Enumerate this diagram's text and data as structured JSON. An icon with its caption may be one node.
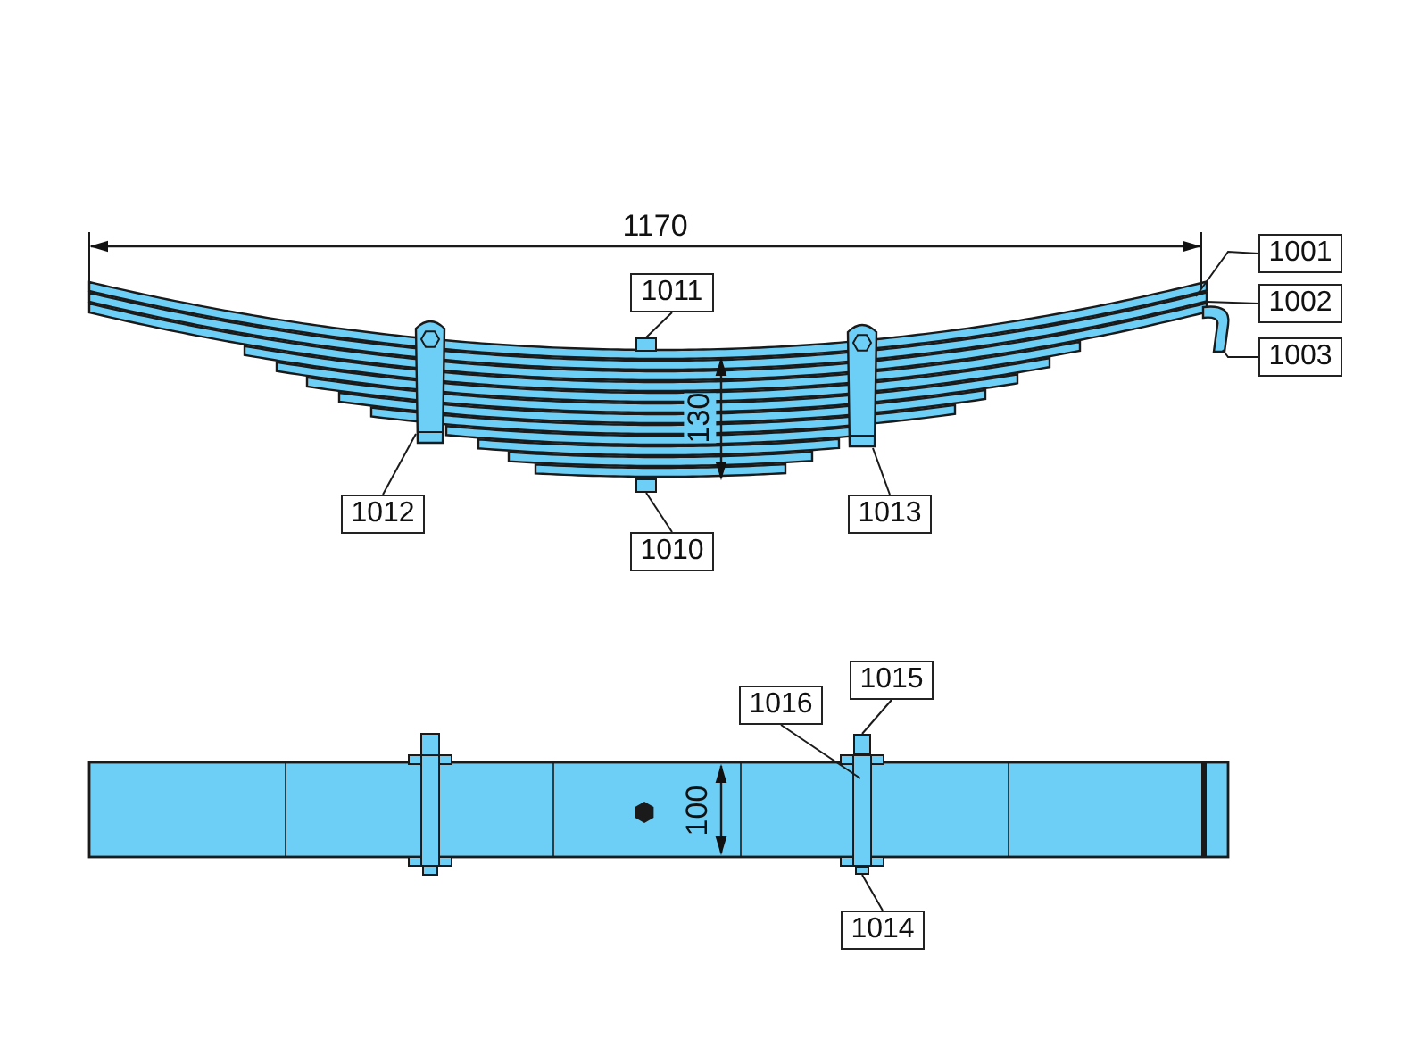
{
  "diagram": {
    "nodes": [
      {
        "text": [
          "1001"
        ]
      },
      {
        "text": [
          "1011"
        ]
      },
      {
        "text": [
          "1002"
        ]
      },
      {
        "text": [
          "1003"
        ]
      },
      {
        "text": [
          "1012"
        ]
      },
      {
        "text": [
          "1013"
        ]
      },
      {
        "text": [
          "1010"
        ]
      },
      {
        "text": [
          "1015"
        ]
      },
      {
        "text": [
          "1016"
        ]
      },
      {
        "text": [
          "1014"
        ]
      },
      {
        "text": [],
        "shape": "box"
      },
      {
        "text": [],
        "shape": "box"
      },
      {
        "text": [],
        "shape": "box"
      },
      {
        "text": [],
        "shape": "box"
      }
    ],
    "edges": [
      {
        "from": 0,
        "to": null,
        "arrow": "none"
      },
      {
        "from": 1,
        "to": 10,
        "arrow": "none"
      },
      {
        "from": 2,
        "to": null,
        "arrow": "none"
      },
      {
        "from": 3,
        "to": null,
        "arrow": "none"
      },
      {
        "from": 4,
        "to": null,
        "arrow": "none"
      },
      {
        "from": 5,
        "to": null,
        "arrow": "none"
      },
      {
        "from": 6,
        "to": 11,
        "arrow": "none"
      },
      {
        "from": 7,
        "to": 12,
        "arrow": "none"
      },
      {
        "from": 8,
        "to": null,
        "arrow": "none"
      },
      {
        "from": 9,
        "to": 13,
        "arrow": "none"
      }
    ],
    "labels": [
      "1170",
      "130",
      "100"
    ]
  }
}
